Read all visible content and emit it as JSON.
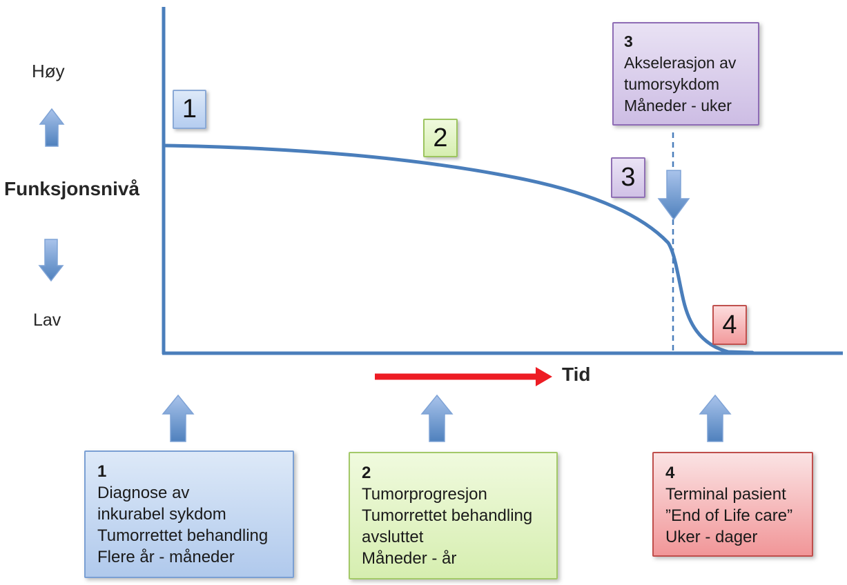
{
  "y_axis": {
    "title": "Funksjonsnivå",
    "label_high": "Høy",
    "label_low": "Lav"
  },
  "x_axis": {
    "title": "Tid"
  },
  "phases": [
    {
      "number": "1",
      "lines": [
        "Diagnose av",
        "inkurabel sykdom",
        "Tumorrettet behandling",
        "Flere år - måneder"
      ]
    },
    {
      "number": "2",
      "lines": [
        "Tumorprogresjon",
        "Tumorrettet behandling",
        "avsluttet",
        "Måneder - år"
      ]
    },
    {
      "number": "3",
      "lines": [
        "Akselerasjon av",
        "tumorsykdom",
        "Måneder - uker"
      ]
    },
    {
      "number": "4",
      "lines": [
        "Terminal pasient",
        "”End of Life care”",
        "Uker - dager"
      ]
    }
  ],
  "colors": {
    "curve": "#4a7ebb",
    "axis": "#4a7ebb",
    "dashed_event_line": "#4a7ebb",
    "time_arrow": "#ed1c24",
    "phase1_fill": "#b0c9ec",
    "phase1_border": "#7a9fd3",
    "phase2_fill": "#d6eeb0",
    "phase2_border": "#a3c968",
    "phase3_fill": "#cdbde4",
    "phase3_border": "#8e6cb5",
    "phase4_fill": "#f19698",
    "phase4_border": "#bf4e4b"
  }
}
